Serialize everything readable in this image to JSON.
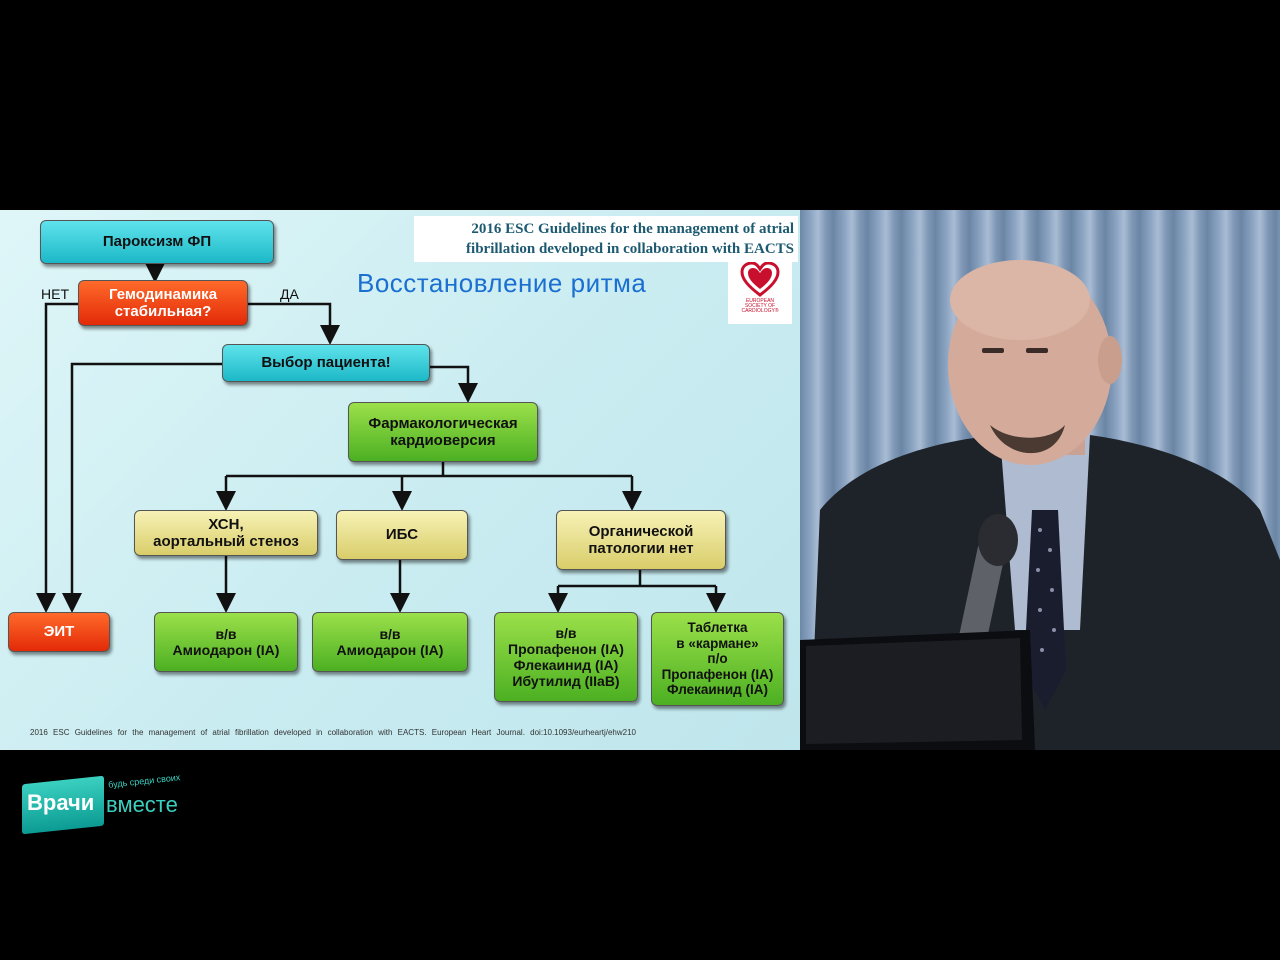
{
  "slide": {
    "title": "Восстановление ритма",
    "reference": {
      "line1": "2016 ESC Guidelines for the management of atrial",
      "line2": "fibrillation developed in collaboration with EACTS"
    },
    "esc_logo_text": "EUROPEAN SOCIETY OF CARDIOLOGY®",
    "citation": "2016 ESC Guidelines for the management of atrial fibrillation developed in collaboration with EACTS. European Heart Journal. doi:10.1093/eurheartj/ehw210",
    "nodes": {
      "paroxysm": "Пароксизм ФП",
      "hemo_1": "Гемодинамика",
      "hemo_2": "стабильная?",
      "no_label": "НЕТ",
      "yes_label": "ДА",
      "patient_choice": "Выбор пациента!",
      "pharm_1": "Фармакологическая",
      "pharm_2": "кардиоверсия",
      "hf_1": "ХСН,",
      "hf_2": "аортальный стеноз",
      "ihd": "ИБС",
      "no_path_1": "Органической",
      "no_path_2": "патологии нет",
      "eit": "ЭИТ",
      "ami1_1": "в/в",
      "ami1_2": "Амиодарон (IA)",
      "ami2_1": "в/в",
      "ami2_2": "Амиодарон (IA)",
      "iv_1": "в/в",
      "iv_2": "Пропафенон (IA)",
      "iv_3": "Флекаинид (IA)",
      "iv_4": "Ибутилид (IIaB)",
      "pill_1": "Таблетка",
      "pill_2": "в «кармане»",
      "pill_3": "п/о",
      "pill_4": "Пропафенон (IA)",
      "pill_5": "Флекаинид (IA)"
    }
  },
  "branding": {
    "brand_a": "Врачи",
    "brand_b": "вместе",
    "tagline": "будь среди своих"
  },
  "colors": {
    "title_blue": "#1b6fd1",
    "brand_teal": "#3ad0c0"
  }
}
